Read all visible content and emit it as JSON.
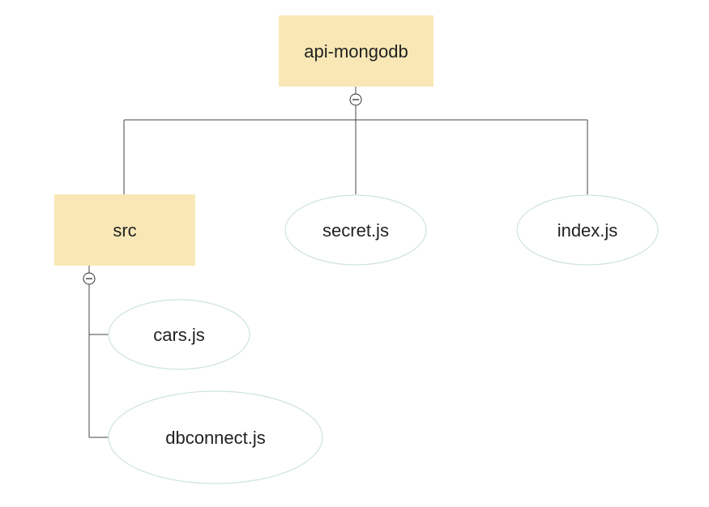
{
  "diagram": {
    "root": {
      "label": "api-mongodb",
      "kind": "folder",
      "expanded": true,
      "fill_color": "#f9e8b6",
      "children": [
        {
          "label": "src",
          "kind": "folder",
          "expanded": true,
          "fill_color": "#f9e8b6",
          "children": [
            {
              "label": "cars.js",
              "kind": "file"
            },
            {
              "label": "dbconnect.js",
              "kind": "file"
            }
          ]
        },
        {
          "label": "secret.js",
          "kind": "file"
        },
        {
          "label": "index.js",
          "kind": "file"
        }
      ]
    },
    "colors": {
      "folder": "#f9e8b6",
      "file_border": "#cfe3dc",
      "edge": "#444444"
    },
    "icons": {
      "collapse": "collapse-minus-icon"
    }
  }
}
